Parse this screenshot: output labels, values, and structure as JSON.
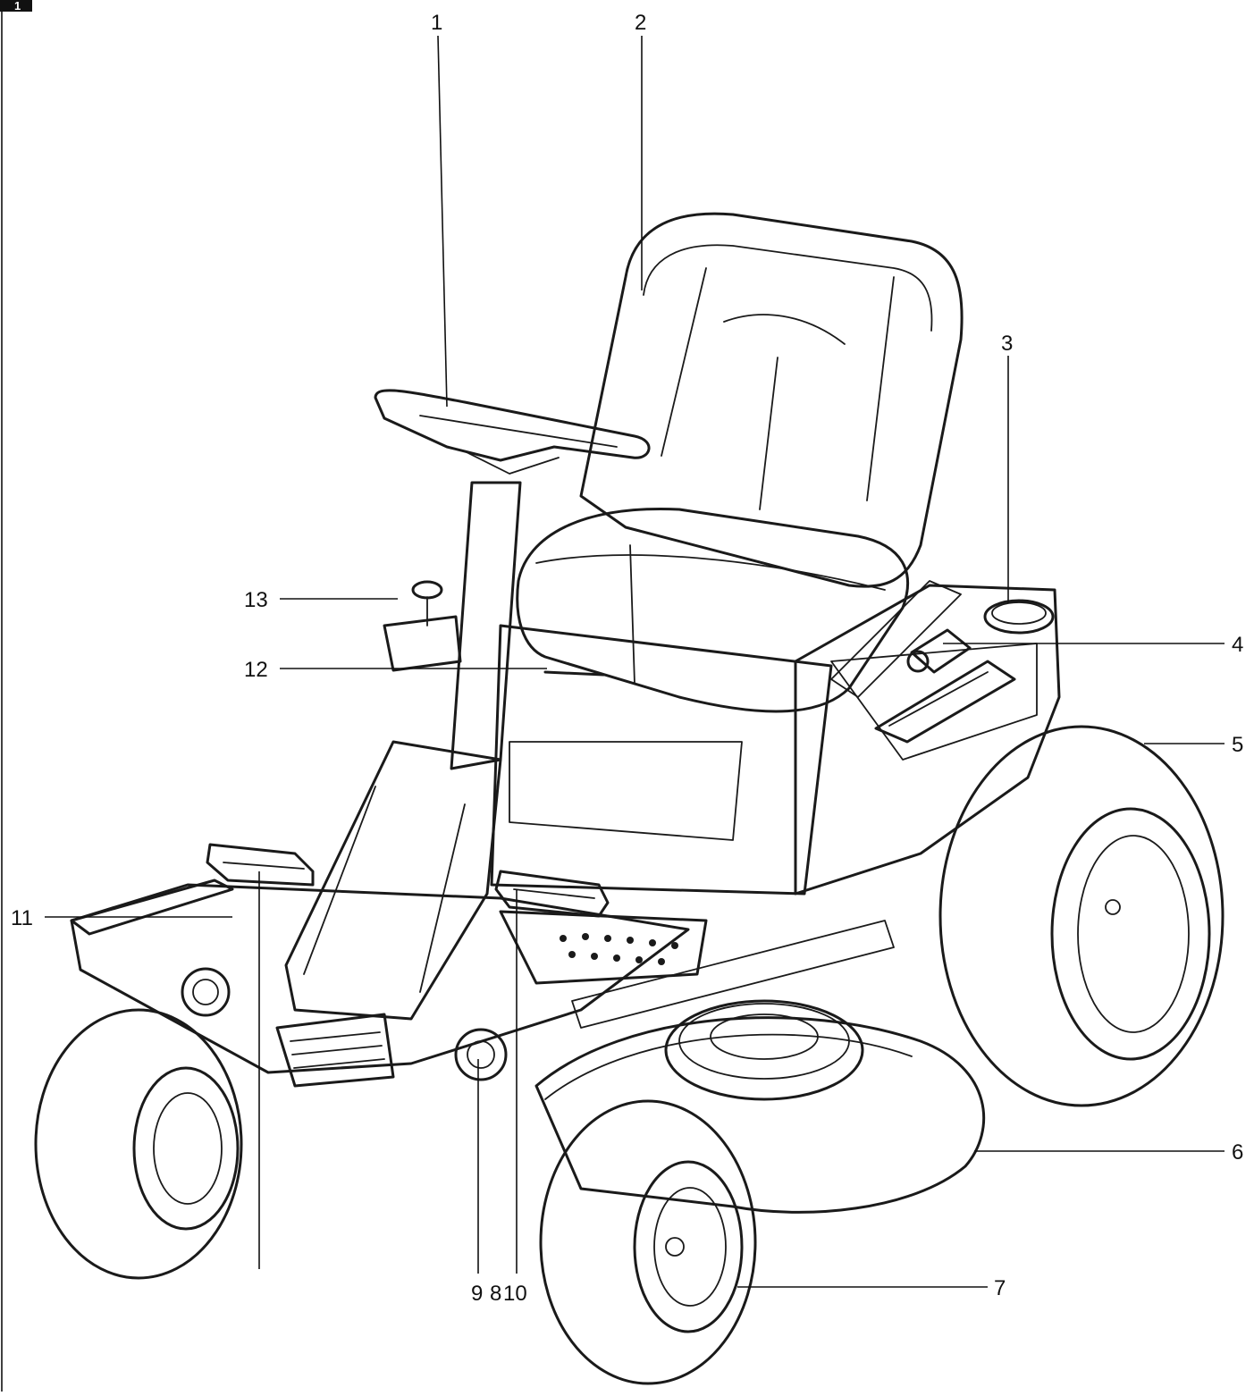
{
  "figure": {
    "badge": "1"
  },
  "labels": [
    {
      "id": "1",
      "text": "1"
    },
    {
      "id": "2",
      "text": "2"
    },
    {
      "id": "3",
      "text": "3"
    },
    {
      "id": "4",
      "text": "4"
    },
    {
      "id": "5",
      "text": "5"
    },
    {
      "id": "6",
      "text": "6"
    },
    {
      "id": "7",
      "text": "7"
    },
    {
      "id": "8",
      "text": "8"
    },
    {
      "id": "9",
      "text": "9"
    },
    {
      "id": "10",
      "text": "10"
    },
    {
      "id": "11",
      "text": "11"
    },
    {
      "id": "12",
      "text": "12"
    },
    {
      "id": "13",
      "text": "13"
    }
  ],
  "colors": {
    "ink": "#1a1a1a",
    "background": "#ffffff"
  }
}
